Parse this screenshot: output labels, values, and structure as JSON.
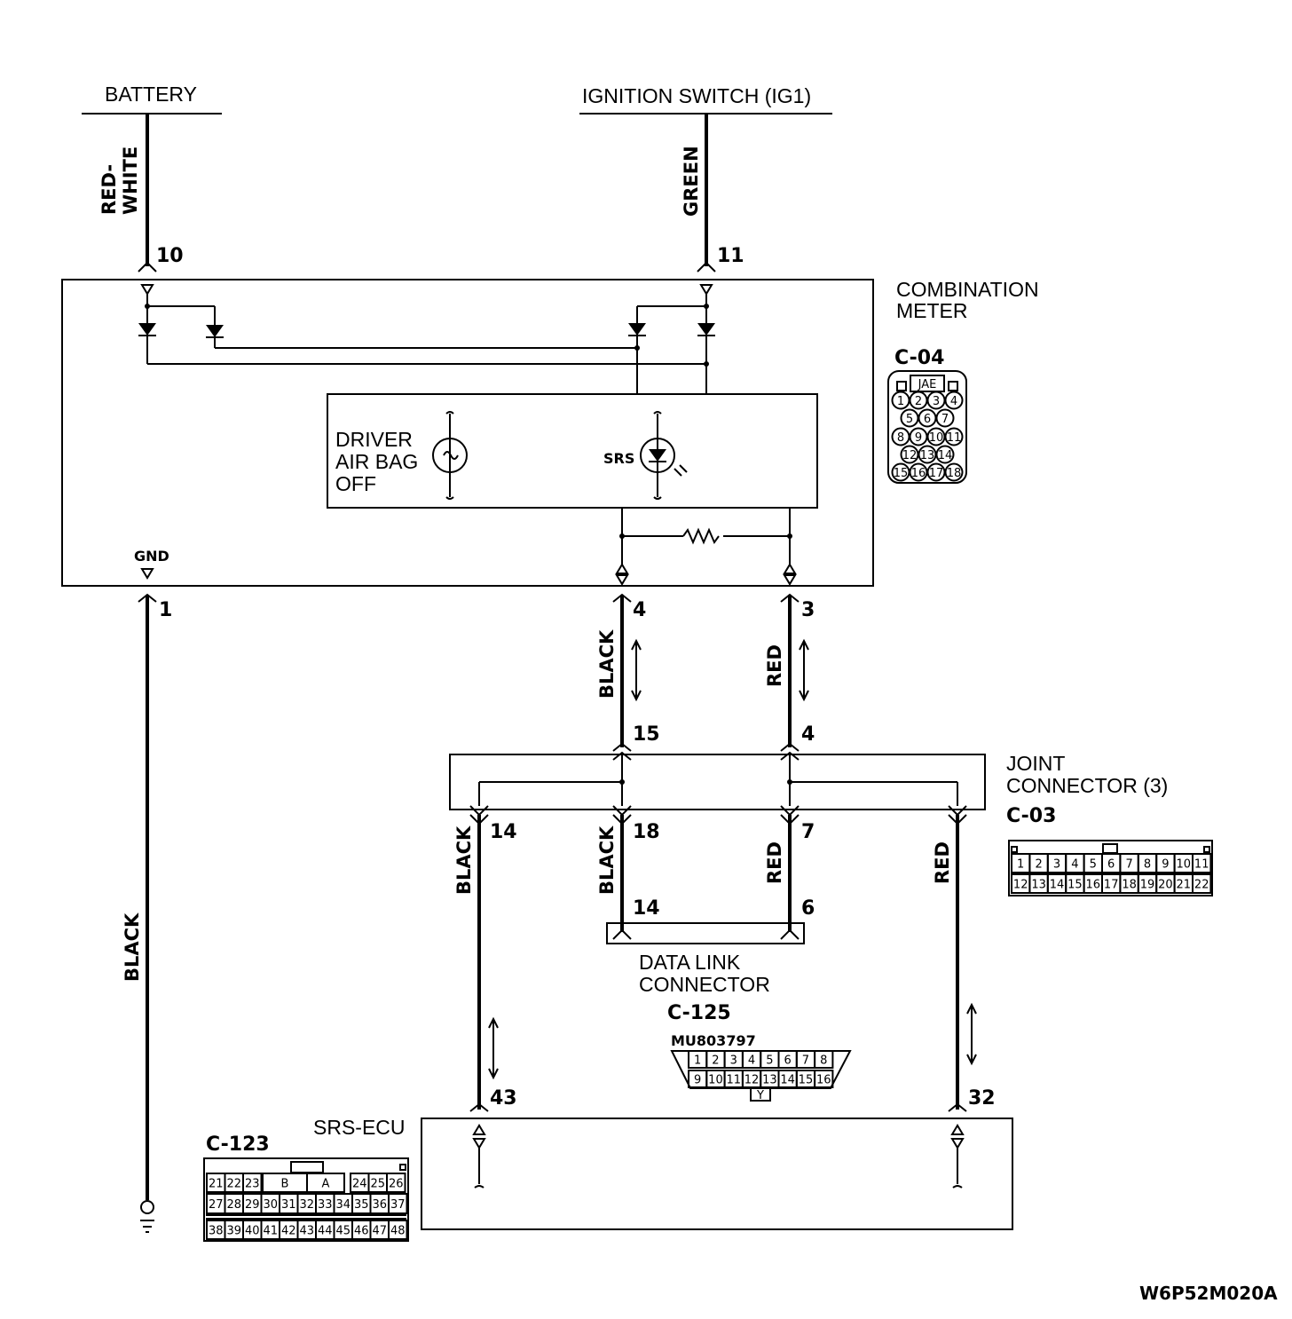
{
  "labels": {
    "battery": "BATTERY",
    "ignition": "IGNITION SWITCH (IG1)",
    "combination_meter_1": "COMBINATION",
    "combination_meter_2": "METER",
    "c04": "C-04",
    "jae": "JAE",
    "gnd": "GND",
    "driver_1": "DRIVER",
    "driver_2": "AIR BAG",
    "driver_3": "OFF",
    "srs": "SRS",
    "joint_1": "JOINT",
    "joint_2": "CONNECTOR (3)",
    "c03": "C-03",
    "dlc_1": "DATA LINK",
    "dlc_2": "CONNECTOR",
    "c125": "C-125",
    "mu_part": "MU803797",
    "srs_ecu": "SRS-ECU",
    "c123": "C-123",
    "figure_code": "W6P52M020A"
  },
  "wires": {
    "red_white_1": "RED-",
    "red_white_2": "WHITE",
    "green": "GREEN",
    "black_1": "BLACK",
    "red_1": "RED",
    "black_2": "BLACK",
    "black_3": "BLACK",
    "red_2": "RED",
    "red_3": "RED",
    "black_gnd": "BLACK"
  },
  "pins": {
    "p10": "10",
    "p11": "11",
    "p1": "1",
    "p4": "4",
    "p3": "3",
    "p15": "15",
    "p4b": "4",
    "p14": "14",
    "p18": "18",
    "p7": "7",
    "p14b": "14",
    "p6": "6",
    "p43": "43",
    "p32": "32"
  },
  "c04_pins": {
    "row1": [
      "1",
      "2",
      "3",
      "4"
    ],
    "row2": [
      "5",
      "6",
      "7"
    ],
    "row3": [
      "8",
      "9",
      "10",
      "11"
    ],
    "row4": [
      "12",
      "13",
      "14"
    ],
    "row5": [
      "15",
      "16",
      "17",
      "18"
    ]
  },
  "c03_pins": {
    "row1": [
      "1",
      "2",
      "3",
      "4",
      "5",
      "6",
      "7",
      "8",
      "9",
      "10",
      "11"
    ],
    "row2": [
      "12",
      "13",
      "14",
      "15",
      "16",
      "17",
      "18",
      "19",
      "20",
      "21",
      "22"
    ]
  },
  "c125_pins": {
    "row1": [
      "1",
      "2",
      "3",
      "4",
      "5",
      "6",
      "7",
      "8"
    ],
    "row2": [
      "9",
      "10",
      "11",
      "12",
      "13",
      "14",
      "15",
      "16"
    ],
    "key": "Y"
  },
  "c123_pins": {
    "row1a": [
      "21",
      "22",
      "23"
    ],
    "mid_b": "B",
    "mid_a": "A",
    "row1b": [
      "24",
      "25",
      "26"
    ],
    "row2": [
      "27",
      "28",
      "29",
      "30",
      "31",
      "32",
      "33",
      "34",
      "35",
      "36",
      "37"
    ],
    "row3": [
      "38",
      "39",
      "40",
      "41",
      "42",
      "43",
      "44",
      "45",
      "46",
      "47",
      "48"
    ]
  }
}
